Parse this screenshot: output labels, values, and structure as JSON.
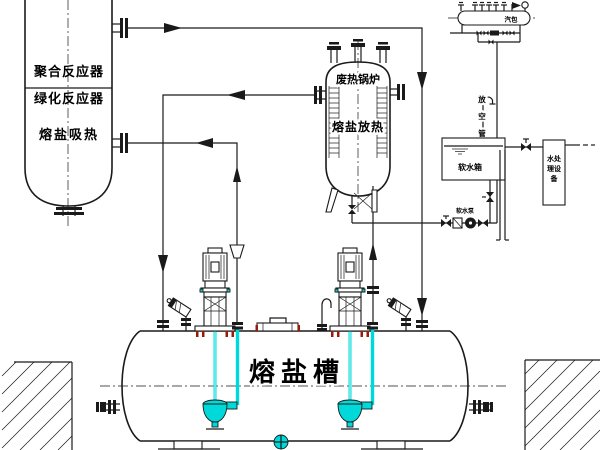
{
  "diagram": {
    "title": "molten-salt-heat-transfer-system-pid",
    "reactor": {
      "label1": "聚合反应器",
      "label2": "绿化反应器",
      "label3": "熔盐吸热"
    },
    "boiler": {
      "top_label": "废热锅炉",
      "body_label": "熔盐放热"
    },
    "salt_tank": {
      "label": "熔盐槽"
    },
    "steam_drum": {
      "label": "汽包"
    },
    "vent_pipe": {
      "label": "放空管",
      "chars": [
        "放",
        "空",
        "管"
      ]
    },
    "soft_water_tank": {
      "label": "软水箱"
    },
    "water_treatment": {
      "label": "水处理设备",
      "lines": [
        "水处",
        "理设",
        "备"
      ]
    },
    "feed_pump": {
      "label": "软水泵"
    },
    "colors": {
      "line": "#1a1a1a",
      "pump_shaft": "#00d9d9",
      "flange_stud": "#9b1a0a",
      "background": "#ffffff"
    }
  }
}
